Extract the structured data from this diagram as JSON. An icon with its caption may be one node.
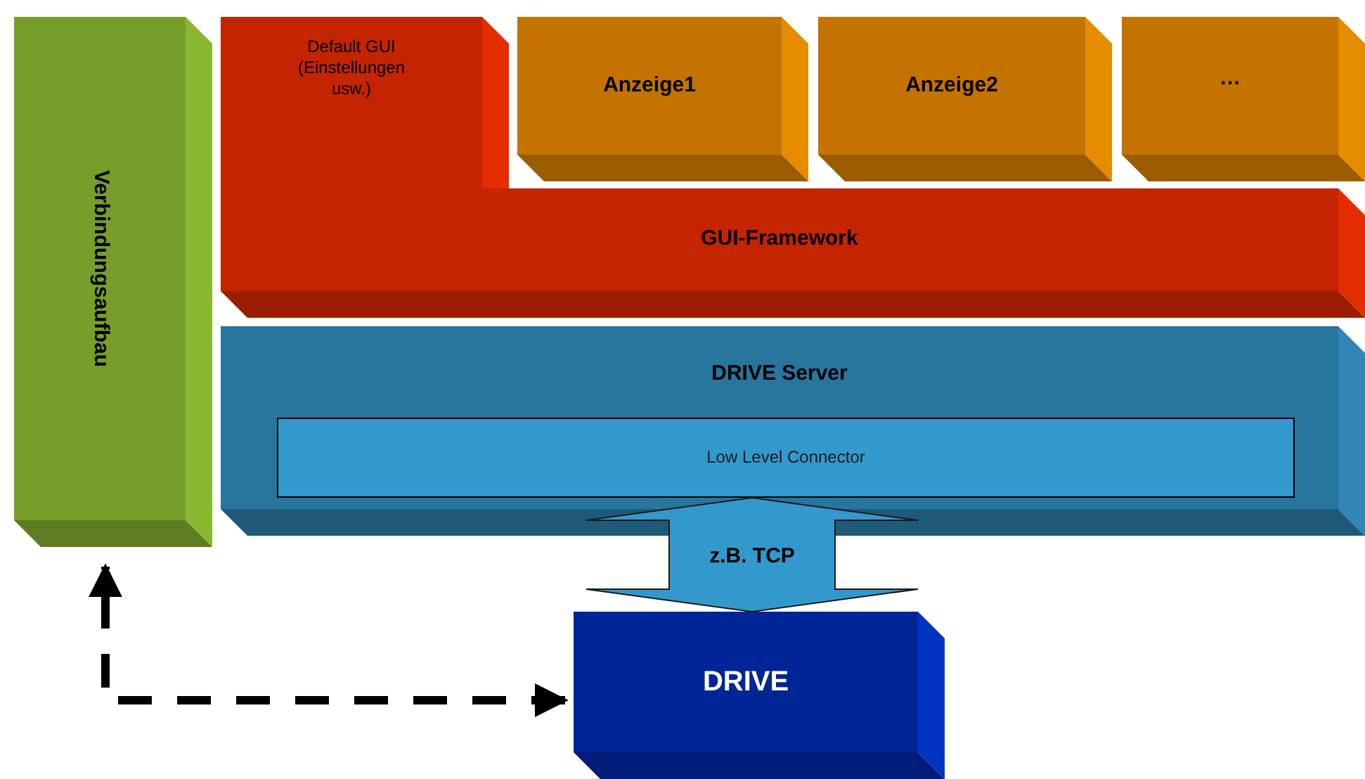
{
  "diagram": {
    "nodes": [
      {
        "text": [
          "Verbindungsaufbau"
        ]
      },
      {
        "text": [
          "Default GUI (Einstellungen usw.)"
        ]
      },
      {
        "text": [
          "Anzeige1"
        ]
      },
      {
        "text": [
          "Anzeige2"
        ]
      },
      {
        "text": [
          "…"
        ]
      },
      {
        "text": [
          "GUI-Framework"
        ]
      },
      {
        "text": [
          "DRIVE Server"
        ]
      },
      {
        "text": [
          "Low Level Connector"
        ],
        "in": 6
      },
      {
        "text": [
          "DRIVE"
        ]
      }
    ],
    "edges": [
      {
        "from": 7,
        "to": 8,
        "arrow": "both",
        "label": "z.B. TCP",
        "style": "thick"
      },
      {
        "from": 8,
        "to": 0,
        "arrow": "both",
        "style": "dashed"
      }
    ]
  }
}
